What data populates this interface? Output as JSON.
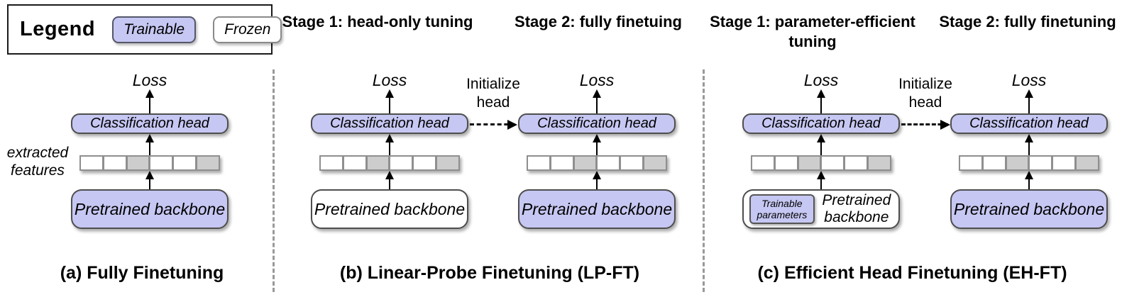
{
  "legend": {
    "title": "Legend",
    "trainable_label": "Trainable",
    "frozen_label": "Frozen"
  },
  "colors": {
    "trainable_fill": "#c6c7f2",
    "frozen_fill": "#ffffff",
    "feature_cell_gray": "#cdcdcd"
  },
  "nodes": {
    "loss": "Loss",
    "classification_head": "Classification head",
    "pretrained_backbone": "Pretrained backbone",
    "trainable_parameters": "Trainable parameters",
    "initialize_head": "Initialize head",
    "extracted_features": "extracted features"
  },
  "feature_cells": [
    "white",
    "white",
    "gray",
    "white",
    "white",
    "gray"
  ],
  "panel_a": {
    "caption": "(a) Fully Finetuning"
  },
  "panel_b": {
    "caption": "(b) Linear-Probe Finetuning (LP-FT)",
    "stage1_header": "Stage 1: head-only tuning",
    "stage2_header": "Stage 2: fully finetuing"
  },
  "panel_c": {
    "caption": "(c) Efficient Head Finetuning (EH-FT)",
    "stage1_header": "Stage 1: parameter-efficient tuning",
    "stage2_header": "Stage 2: fully finetuning"
  }
}
